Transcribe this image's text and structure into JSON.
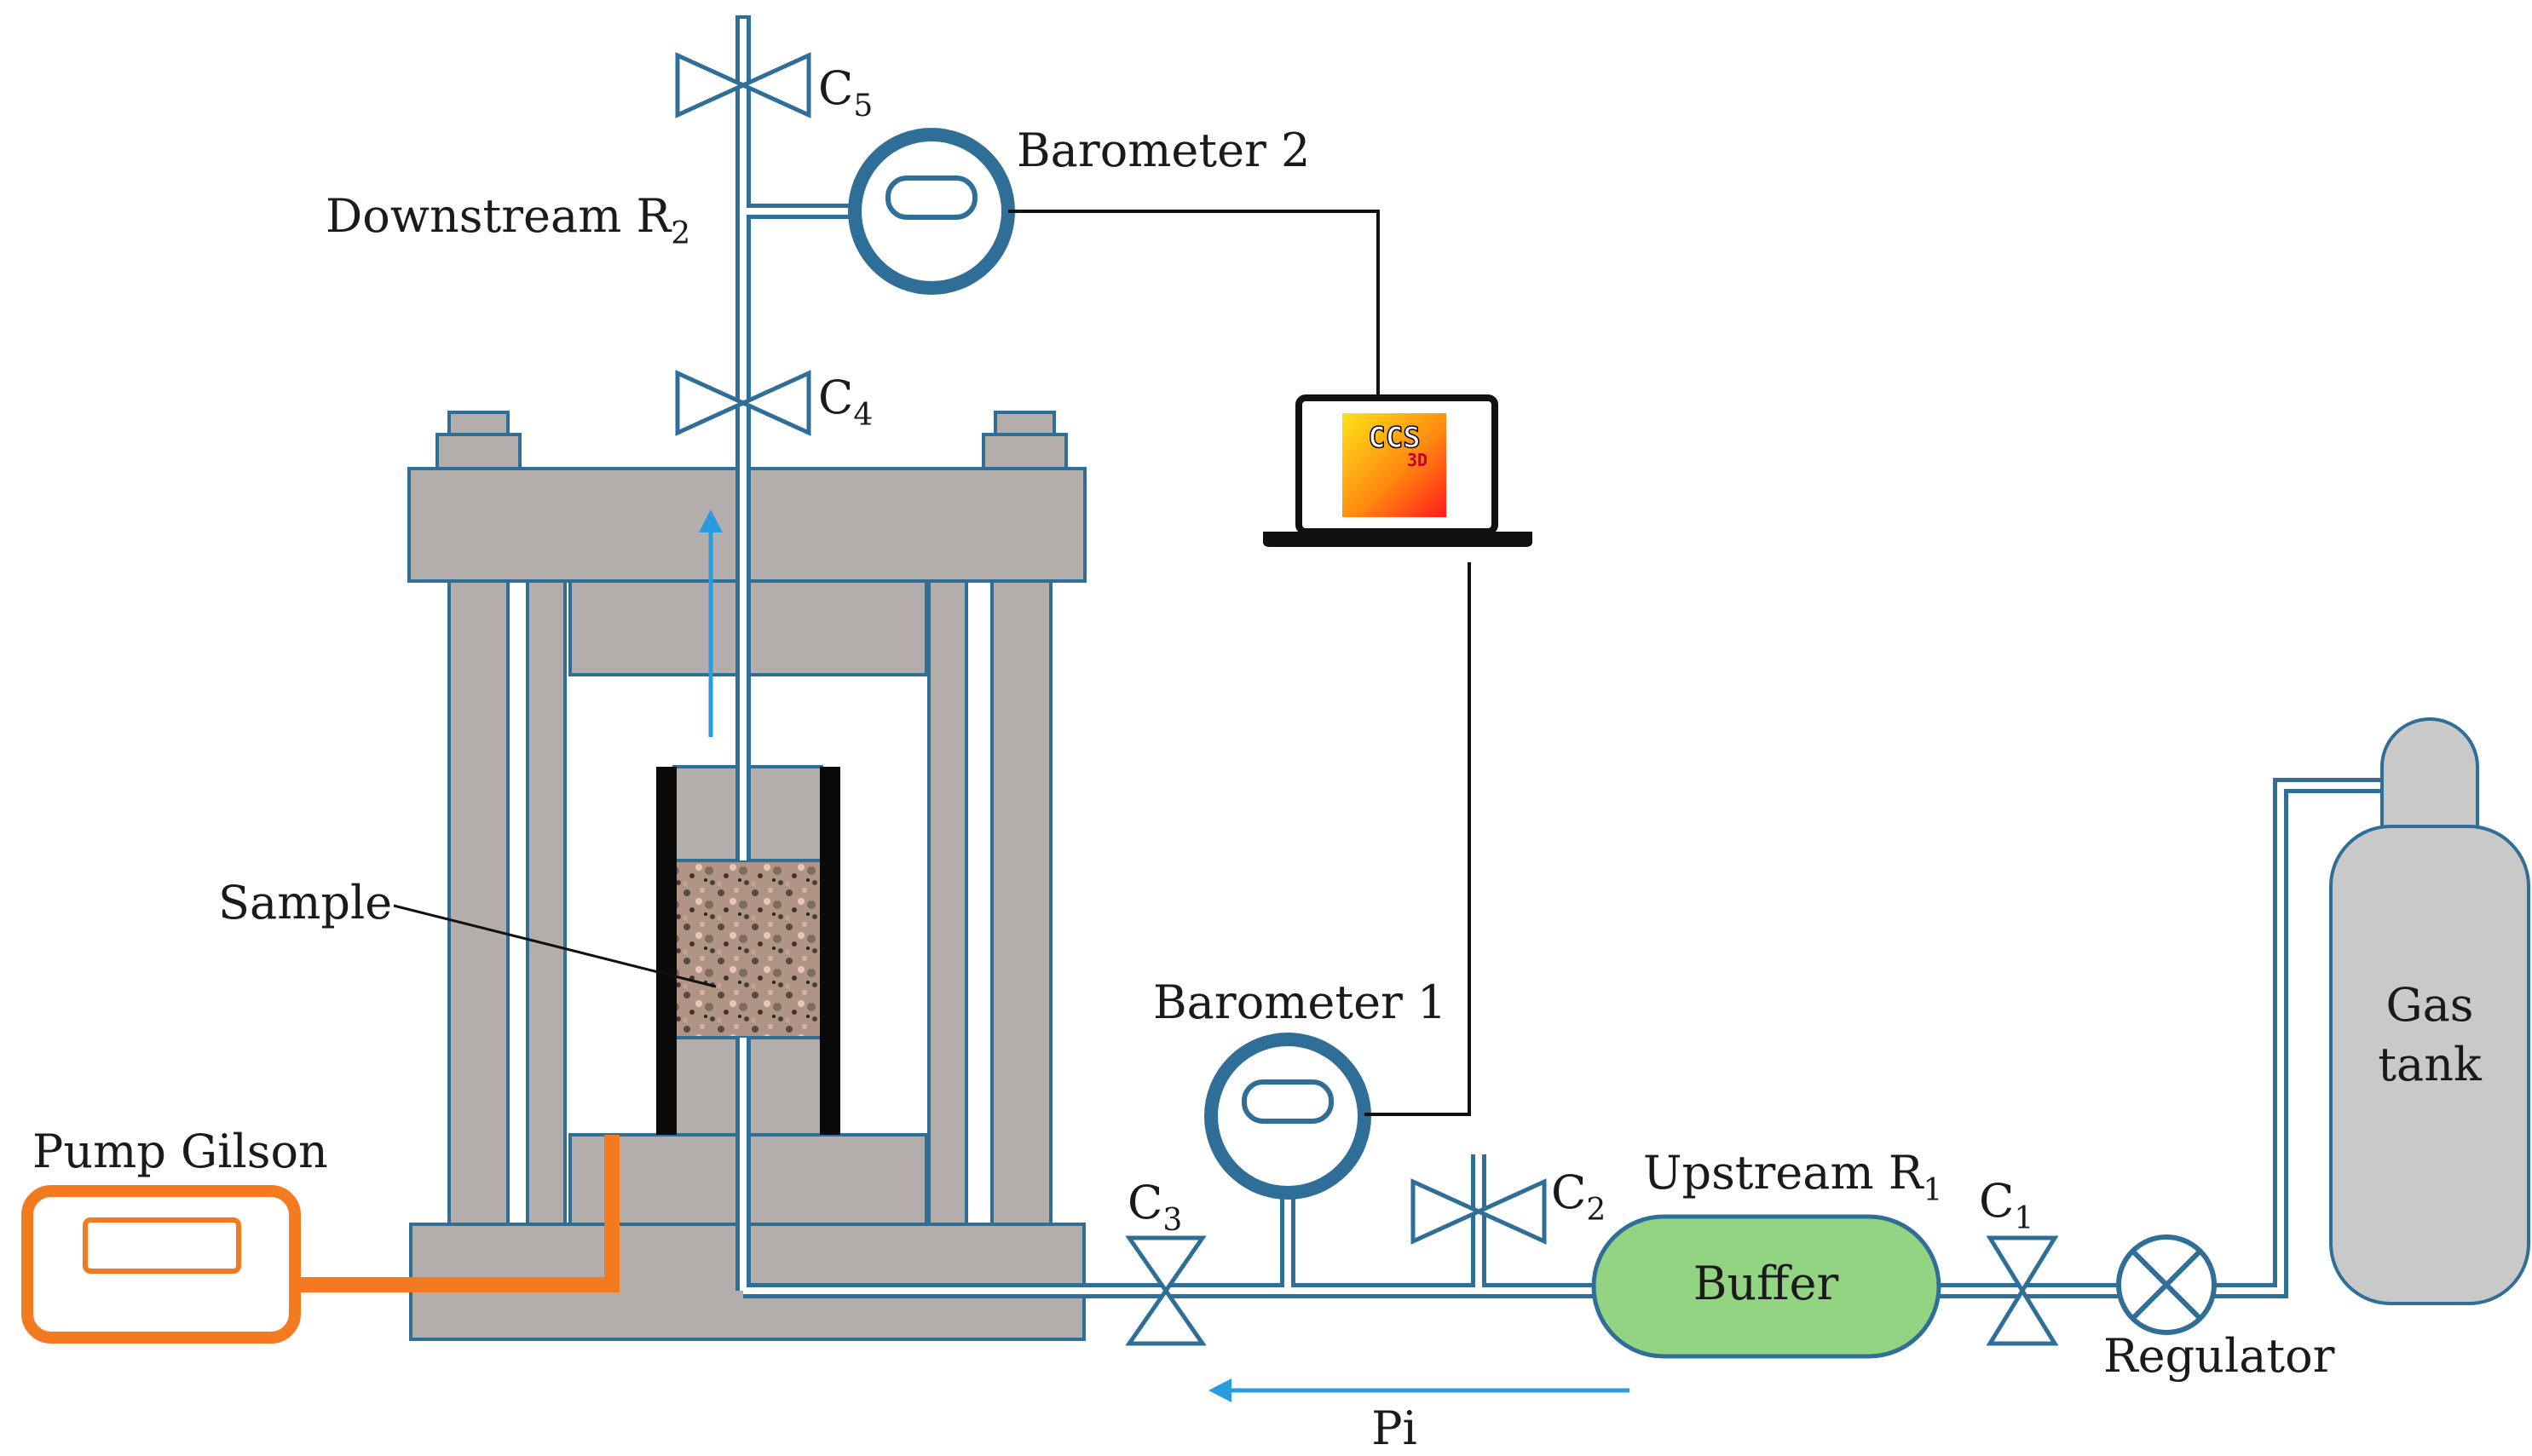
{
  "labels": {
    "c5": "C",
    "c5_sub": "5",
    "c4": "C",
    "c4_sub": "4",
    "c3": "C",
    "c3_sub": "3",
    "c2": "C",
    "c2_sub": "2",
    "c1": "C",
    "c1_sub": "1",
    "barometer2": "Barometer 2",
    "barometer1": "Barometer 1",
    "downstream": "Downstream R",
    "downstream_sub": "2",
    "upstream": "Upstream R",
    "upstream_sub": "1",
    "sample": "Sample",
    "pump": "Pump Gilson",
    "buffer": "Buffer",
    "regulator": "Regulator",
    "gas_line1": "Gas",
    "gas_line2": "tank",
    "pi": "Pi",
    "laptop_logo": "CCS",
    "laptop_logo_small": "3D"
  },
  "colors": {
    "pipe": "#2f6f97",
    "frame": "#b3aeab",
    "frame_stroke": "#2f6f97",
    "pump": "#f47a20",
    "buffer": "#93d482",
    "tank": "#c9c9c9",
    "arrow": "#2b9be0",
    "wire": "#111111"
  }
}
